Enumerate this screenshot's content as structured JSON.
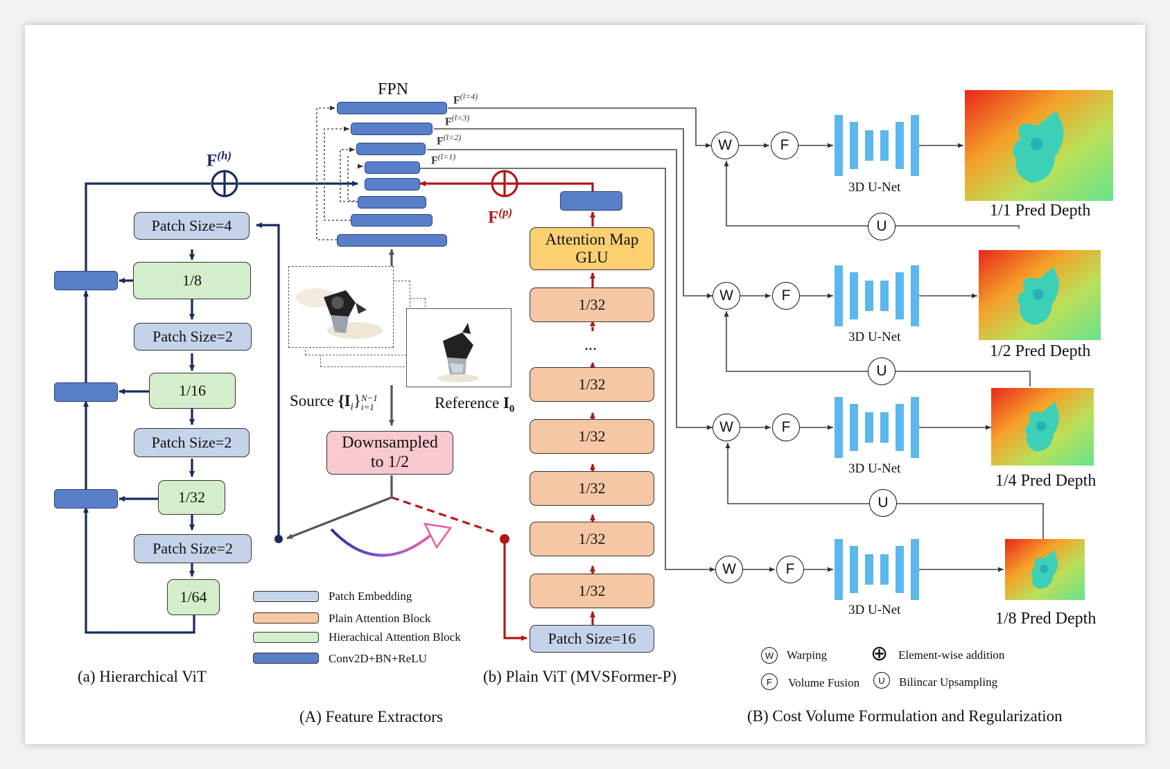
{
  "hier": {
    "caption": "(a) Hierarchical ViT",
    "blocks": [
      "Patch Size=4",
      "1/8",
      "Patch Size=2",
      "1/16",
      "Patch Size=2",
      "1/32",
      "Patch Size=2",
      "1/64"
    ],
    "fh_label": "F",
    "fh_sup": "(h)"
  },
  "plain": {
    "caption": "(b) Plain ViT (MVSFormer-P)",
    "patch": "Patch Size=16",
    "blocks": [
      "1/32",
      "1/32",
      "1/32",
      "1/32",
      "1/32",
      "1/32"
    ],
    "dots": "...",
    "glu_line1": "Attention Map",
    "glu_line2": "GLU",
    "fp_label": "F",
    "fp_sup": "(p)"
  },
  "fpn": {
    "title": "FPN",
    "levels": [
      {
        "base": "F",
        "sup": "(l=4)"
      },
      {
        "base": "F",
        "sup": "(l=3)"
      },
      {
        "base": "F",
        "sup": "(l=2)"
      },
      {
        "base": "F",
        "sup": "(l=1)"
      }
    ]
  },
  "inputs": {
    "source_label": "Source",
    "source_set": "{I",
    "source_sub": "i",
    "source_close": "}",
    "source_sup": "N−1",
    "source_sub2": "i=1",
    "reference_label": "Reference",
    "reference_sym": "I",
    "reference_sub": "0",
    "downsample_line1": "Downsampled",
    "downsample_line2": "to 1/2"
  },
  "cost": {
    "stages": [
      {
        "w": "W",
        "f": "F",
        "unet": "3D U-Net",
        "depth": "1/1 Pred Depth",
        "u": "U"
      },
      {
        "w": "W",
        "f": "F",
        "unet": "3D U-Net",
        "depth": "1/2 Pred Depth",
        "u": "U"
      },
      {
        "w": "W",
        "f": "F",
        "unet": "3D U-Net",
        "depth": "1/4 Pred Depth",
        "u": "U"
      },
      {
        "w": "W",
        "f": "F",
        "unet": "3D U-Net",
        "depth": "1/8 Pred Depth",
        "u": ""
      }
    ],
    "legend": {
      "warp_sym": "W",
      "warp": "Warping",
      "add_sym": "⊕",
      "add": "Element-wise addition",
      "fuse_sym": "F",
      "fuse": "Volume Fusion",
      "up_sym": "U",
      "up": "Bilincar Upsampling"
    }
  },
  "legend": {
    "items": [
      "Patch Embedding",
      "Plain Attention Block",
      "Hierachical Attention Block",
      "Conv2D+BN+ReLU"
    ],
    "colors": [
      "#c5d3ea",
      "#f6c7a4",
      "#d4eecb",
      "#5a7fc9"
    ]
  },
  "sections": {
    "a": "(A) Feature Extractors",
    "b": "(B) Cost Volume Formulation and Regularization"
  },
  "colors": {
    "navy": "#1b2a5e",
    "red": "#b01818",
    "gray": "#555555",
    "unet": "#5bb8ec",
    "conv": "#5a7fc9"
  }
}
